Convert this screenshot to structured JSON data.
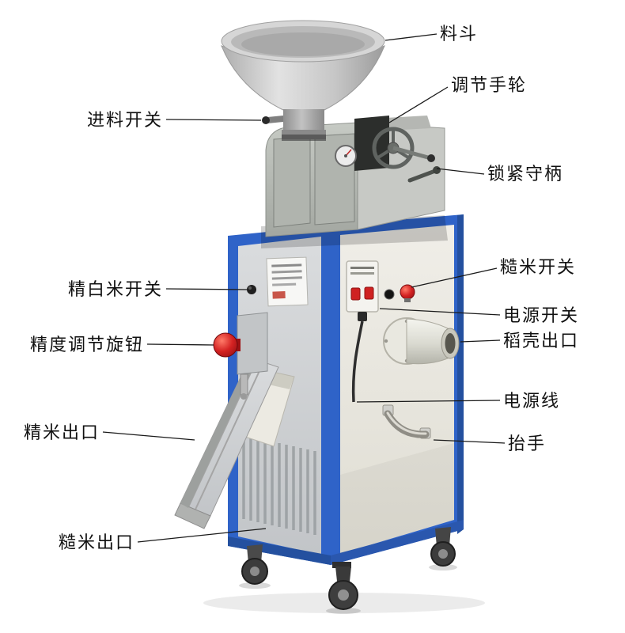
{
  "figure": {
    "type": "labeled-product-diagram",
    "subject": "rice milling machine"
  },
  "callouts": {
    "hopper": {
      "label": "料斗"
    },
    "adjust_handwheel": {
      "label": "调节手轮"
    },
    "lock_handle": {
      "label": "锁紧守柄"
    },
    "feed_switch": {
      "label": "进料开关"
    },
    "brown_rice_switch": {
      "label": "糙米开关"
    },
    "power_switch": {
      "label": "电源开关"
    },
    "husk_outlet": {
      "label": "稻壳出口"
    },
    "white_rice_switch": {
      "label": "精白米开关"
    },
    "precision_knob": {
      "label": "精度调节旋钮"
    },
    "power_cord": {
      "label": "电源线"
    },
    "lift_handle": {
      "label": "抬手"
    },
    "fine_rice_outlet": {
      "label": "精米出口"
    },
    "brown_rice_outlet": {
      "label": "糙米出口"
    }
  },
  "colors": {
    "frame_blue": "#2f63c8",
    "knob_red": "#cc2020",
    "body_gray": "#cfd2d4",
    "panel_white": "#eceae2",
    "leader_line": "#1a1a1a",
    "background": "#ffffff"
  }
}
